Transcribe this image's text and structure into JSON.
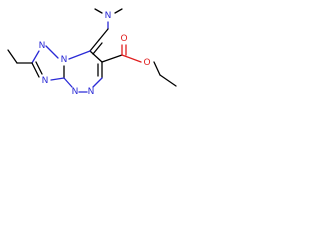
{
  "colors": {
    "carbon_bond": "#000000",
    "nitrogen": "#2a2ad6",
    "oxygen": "#e01e1e",
    "background": "#ffffff"
  },
  "atoms": {
    "n_dimethylamino": "N",
    "n_triazole_1": "N",
    "n_triazole_2": "N",
    "n_triazine_1": "N",
    "n_triazine_2": "N",
    "n_bridge": "N",
    "o_carbonyl": "O",
    "o_ester": "O"
  }
}
